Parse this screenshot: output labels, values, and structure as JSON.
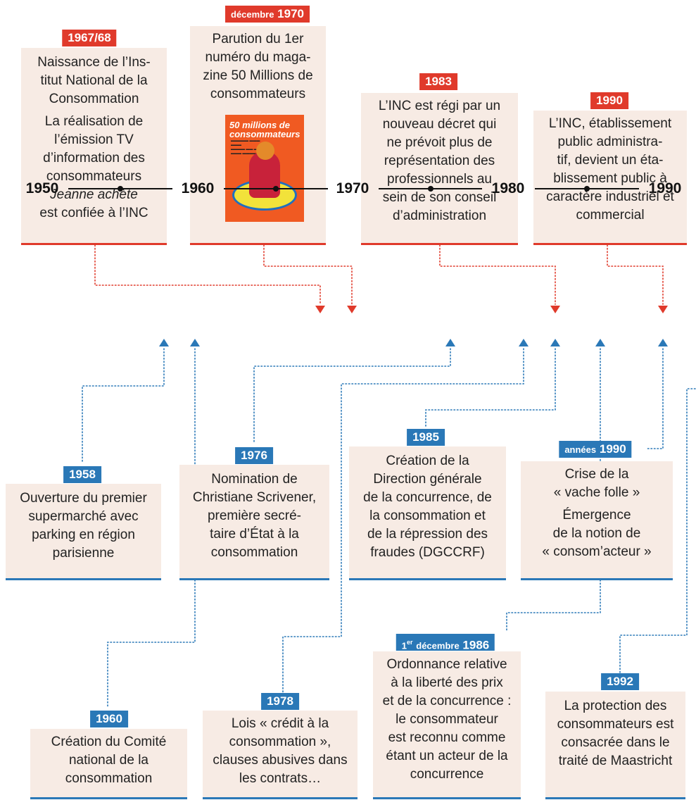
{
  "colors": {
    "top_accent": "#e03a2b",
    "bottom_accent": "#2a78b7",
    "box_bg": "#f7ebe4"
  },
  "axis": {
    "labels": [
      "1950",
      "1960",
      "1970",
      "1980",
      "1990"
    ]
  },
  "top_events": [
    {
      "tag": "1967/68",
      "lines": [
        "Naissance de l’Ins-",
        "titut National de la",
        "Consommation"
      ],
      "lines2": [
        "La réalisation de",
        "l’émission TV",
        "d’information des",
        "consommateurs",
        "Jeanne achète",
        "est confiée à l’INC"
      ]
    },
    {
      "tag_small": "décembre",
      "tag": "1970",
      "lines": [
        "Parution du 1er",
        "numéro du maga-",
        "zine 50 Millions de",
        "consommateurs"
      ]
    },
    {
      "tag": "1983",
      "lines": [
        "L’INC est régi par un",
        "nouveau décret qui",
        "ne prévoit plus de",
        "représentation des",
        "professionnels au",
        "sein de son conseil",
        "d’administration"
      ]
    },
    {
      "tag": "1990",
      "lines": [
        "L’INC, établissement",
        "public administra-",
        "tif, devient un éta-",
        "blissement public à",
        "caractère industriel et",
        "commercial"
      ]
    }
  ],
  "cover": {
    "title": "50 millions de consommateurs"
  },
  "bottom_events": [
    {
      "tag": "1958",
      "lines": [
        "Ouverture du premier",
        "supermarché avec",
        "parking en région",
        "parisienne"
      ]
    },
    {
      "tag": "1976",
      "lines": [
        "Nomination de",
        "Christiane Scrivener,",
        "première secré-",
        "taire d’État à la",
        "consommation"
      ]
    },
    {
      "tag": "1985",
      "lines": [
        "Création de la",
        "Direction générale",
        "de la concurrence, de",
        "la consommation et",
        "de la répression des",
        "fraudes (DGCCRF)"
      ]
    },
    {
      "tag_small": "années",
      "tag": "1990",
      "lines": [
        "Crise de la",
        "« vache folle »"
      ],
      "lines2": [
        "Émergence",
        "de la notion de",
        "« consom’acteur »"
      ]
    },
    {
      "tag": "1960",
      "lines": [
        "Création du Comité",
        "national de la",
        "consommation"
      ]
    },
    {
      "tag": "1978",
      "lines": [
        "Lois « crédit à la",
        "consommation »,",
        "clauses abusives dans",
        "les contrats…"
      ]
    },
    {
      "tag_pre": "1",
      "tag_sup": "er",
      "tag_small": "décembre",
      "tag": "1986",
      "lines": [
        "Ordonnance relative",
        "à la liberté des prix",
        "et de la concurrence :",
        "le consommateur",
        "est reconnu comme",
        "étant un acteur de la",
        "concurrence"
      ]
    },
    {
      "tag": "1992",
      "lines": [
        "La protection des",
        "consommateurs est",
        "consacrée dans le",
        "traité de Maastricht"
      ]
    }
  ]
}
